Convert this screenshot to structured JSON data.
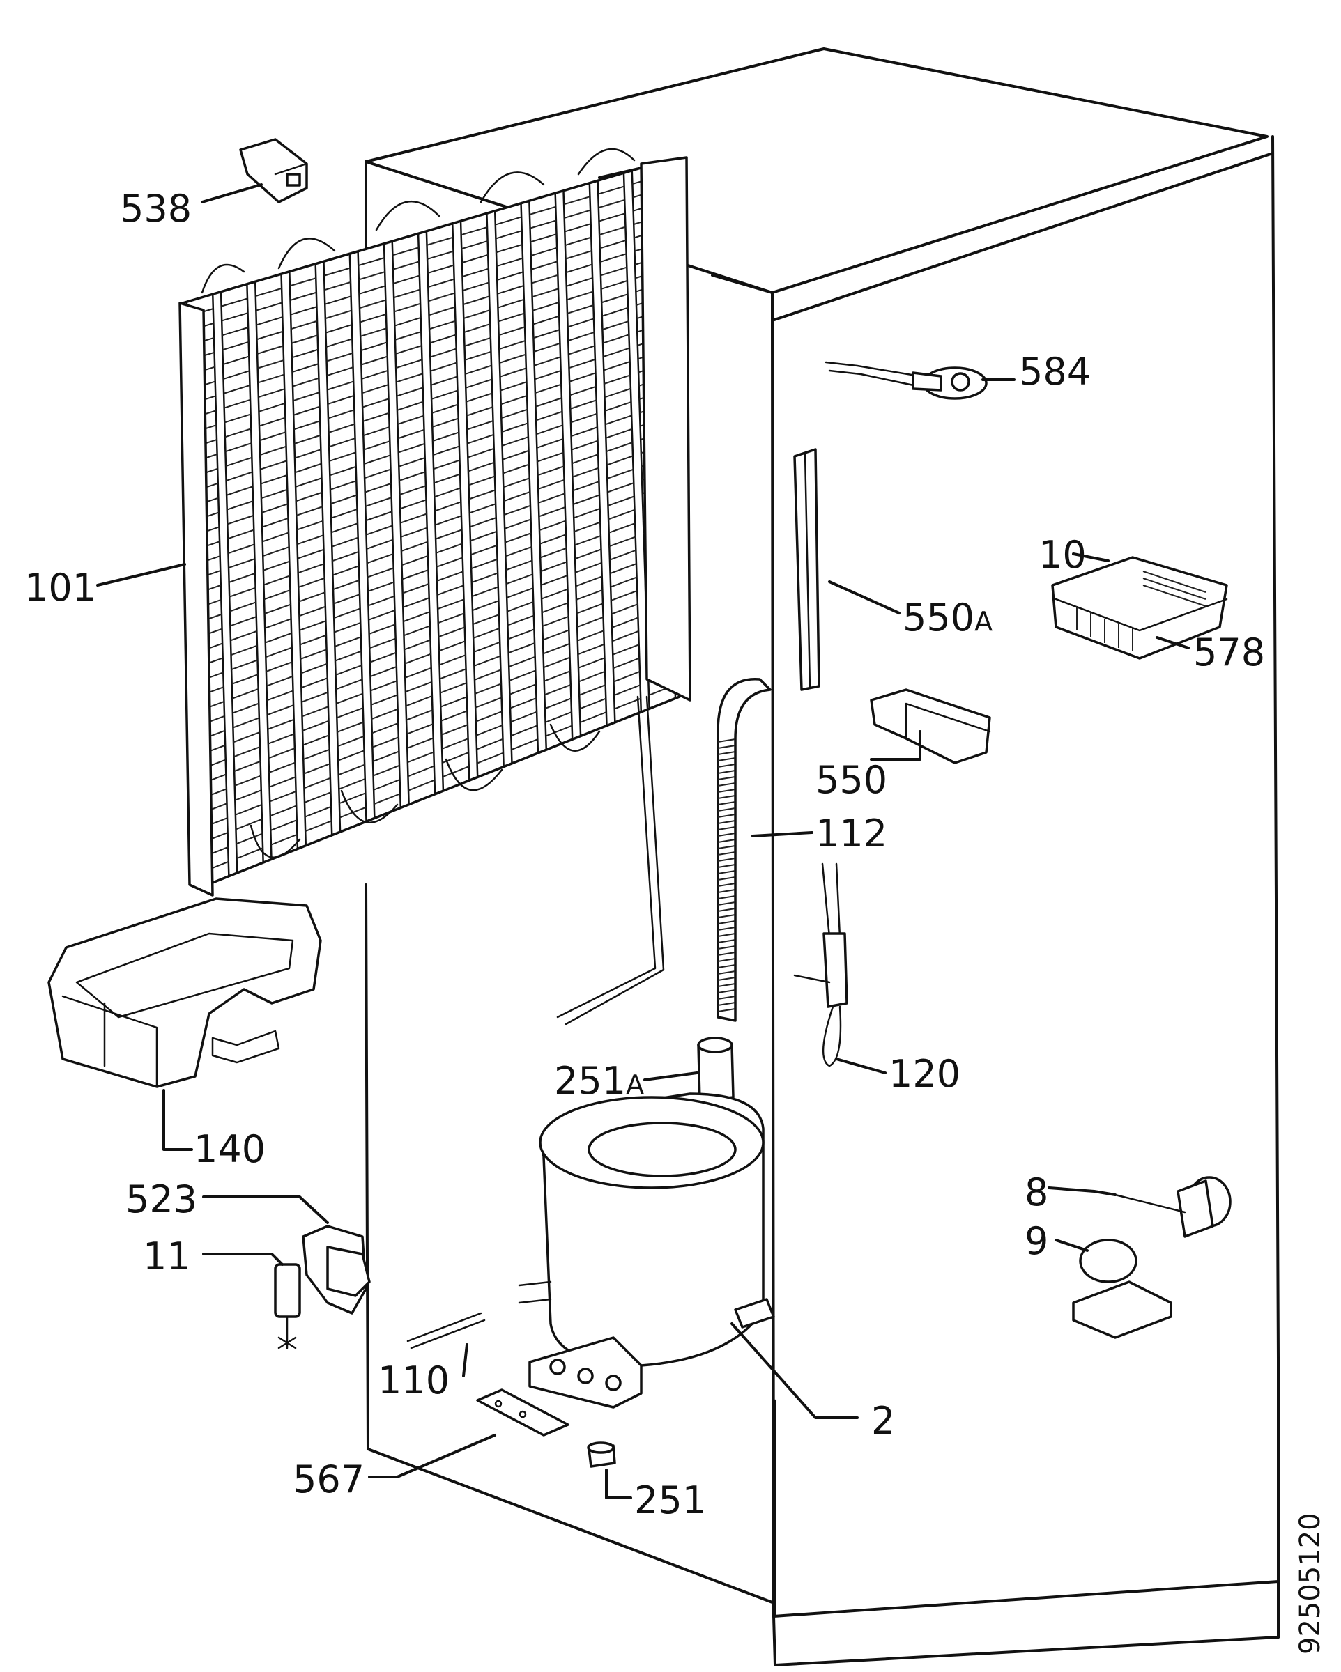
{
  "diagram": {
    "drawing_number": "92505120",
    "callouts": {
      "538": "538",
      "584": "584",
      "101": "101",
      "10": "10",
      "550A_num": "550",
      "550A_suffix": "A",
      "578": "578",
      "550": "550",
      "112": "112",
      "251A_num": "251",
      "251A_suffix": "A",
      "120": "120",
      "140": "140",
      "523": "523",
      "11": "11",
      "8": "8",
      "9": "9",
      "110": "110",
      "2": "2",
      "567": "567",
      "251": "251"
    }
  }
}
